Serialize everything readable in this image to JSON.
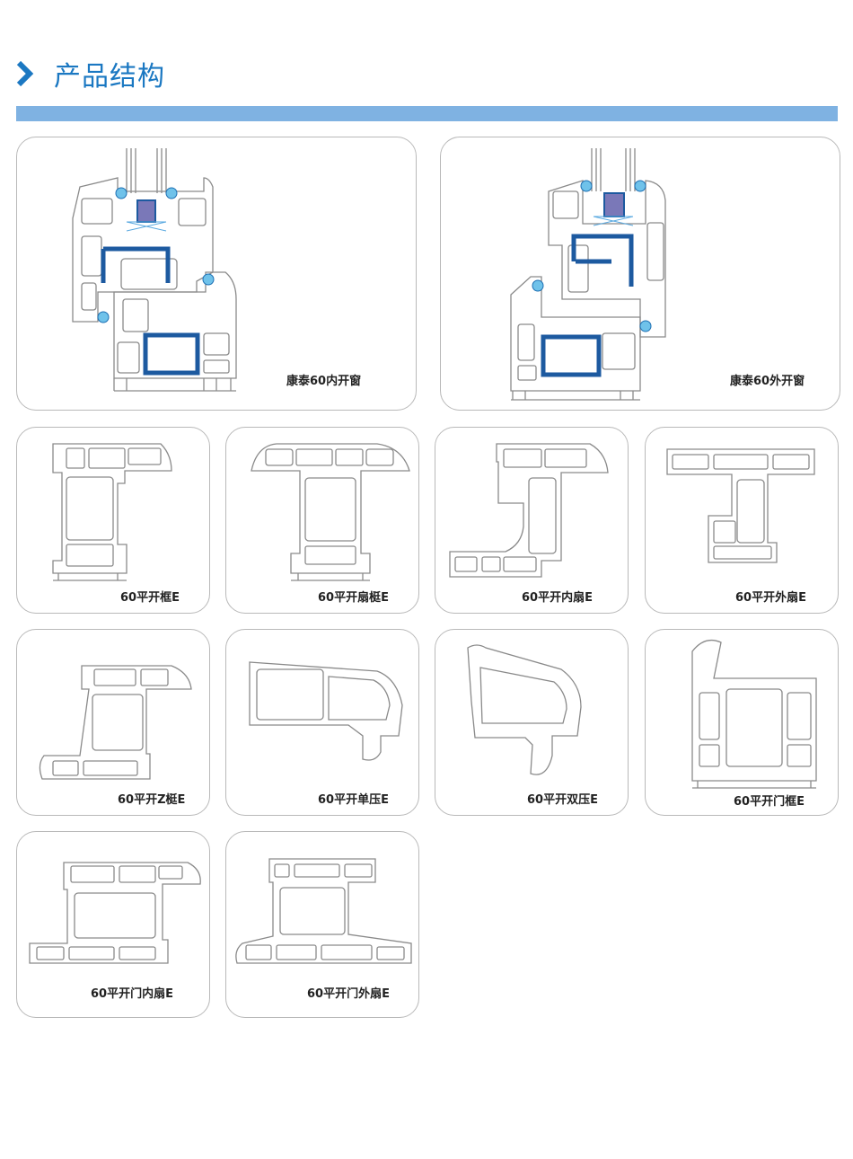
{
  "header": {
    "title": "产品结构",
    "chevron_icon": "chevron-right-icon",
    "accent": "#1b78c2",
    "bar_color": "#7fb2e2"
  },
  "assemblies": [
    {
      "label": "康泰60内开窗"
    },
    {
      "label": "康泰60外开窗"
    }
  ],
  "profiles": [
    {
      "label": "60平开框E"
    },
    {
      "label": "60平开扇梃E"
    },
    {
      "label": "60平开内扇E"
    },
    {
      "label": "60平开外扇E"
    },
    {
      "label": "60平开Z梃E"
    },
    {
      "label": "60平开单压E"
    },
    {
      "label": "60平开双压E"
    },
    {
      "label": "60平开门框E"
    },
    {
      "label": "60平开门内扇E"
    },
    {
      "label": "60平开门外扇E"
    }
  ]
}
